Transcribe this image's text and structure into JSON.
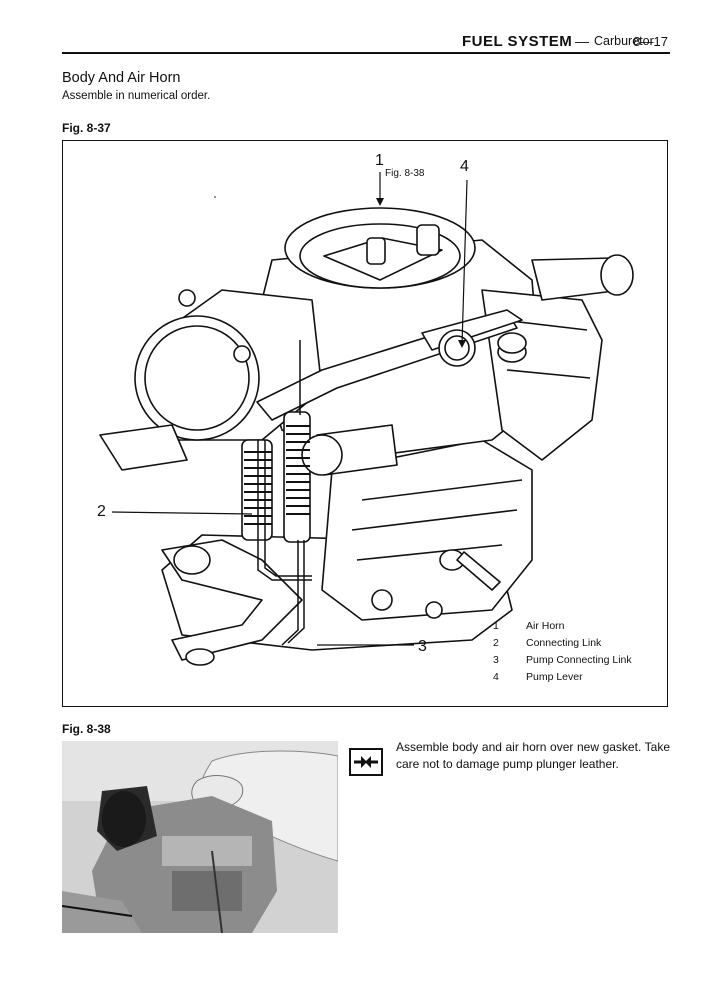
{
  "header": {
    "section": "FUEL SYSTEM",
    "dash": "—",
    "subsection": "Carburetor",
    "page": "8—17"
  },
  "heading": {
    "title": "Body And Air Horn",
    "instruction": "Assemble in numerical order."
  },
  "figure_1": {
    "label": "Fig. 8-37",
    "ref_label": "Fig. 8-38",
    "callouts": [
      "1",
      "2",
      "3",
      "4"
    ],
    "legend": [
      {
        "num": "1",
        "text": "Air Horn"
      },
      {
        "num": "2",
        "text": "Connecting Link"
      },
      {
        "num": "3",
        "text": "Pump Connecting Link"
      },
      {
        "num": "4",
        "text": "Pump Lever"
      }
    ]
  },
  "figure_2": {
    "label": "Fig. 8-38"
  },
  "note": {
    "icon": "assemble-arrows-icon",
    "text": "Assemble body and air horn over new gasket. Take care not to damage pump plunger leather."
  }
}
